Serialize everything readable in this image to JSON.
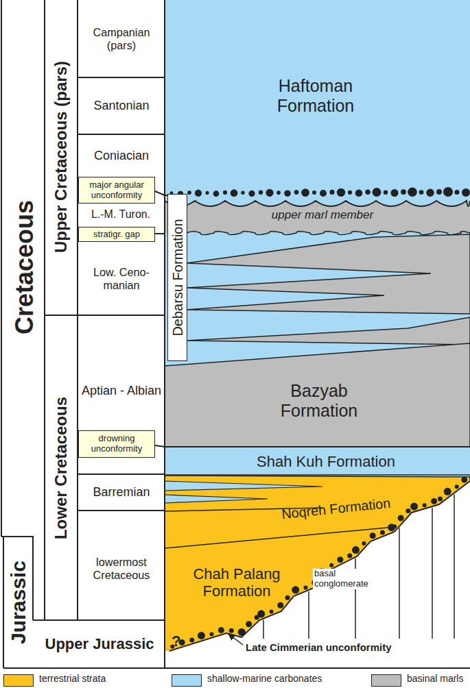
{
  "diagram": {
    "nodes": [
      {
        "text": [
          "Cretaceous"
        ]
      },
      {
        "text": [
          "Jurassic"
        ]
      },
      {
        "text": [
          "Upper Cretaceous (pars)"
        ]
      },
      {
        "text": [
          "Lower Cretaceous"
        ]
      },
      {
        "text": [
          "Campanian (pars)"
        ]
      },
      {
        "text": [
          "Santonian"
        ]
      },
      {
        "text": [
          "Coniacian"
        ]
      },
      {
        "text": [
          "major angular unconformity"
        ]
      },
      {
        "text": [
          "L.-M. Turon."
        ]
      },
      {
        "text": [
          "stratigr. gap"
        ]
      },
      {
        "text": [
          "Low. Ceno- manian"
        ]
      },
      {
        "text": [
          "Aptian - Albian"
        ]
      },
      {
        "text": [
          "drowning unconformity"
        ]
      },
      {
        "text": [
          "Barremian"
        ]
      },
      {
        "text": [
          "lowermost Cretaceous"
        ]
      },
      {
        "text": [
          "Upper Jurassic"
        ]
      },
      {
        "text": [
          "Haftoman Formation"
        ]
      },
      {
        "text": [
          "upper marl member"
        ]
      },
      {
        "text": [
          "Debarsu Formation"
        ]
      },
      {
        "text": [
          "Bazyab Formation"
        ]
      },
      {
        "text": [
          "Shah Kuh Formation"
        ]
      },
      {
        "text": [
          "Noqreh Formation"
        ]
      },
      {
        "text": [
          "Chah Palang Formation"
        ]
      }
    ],
    "labels": [
      "basal conglomerate",
      "?",
      "Late Cimmerian unconformity"
    ],
    "legend": [
      {
        "text": "terrestrial strata",
        "color": "#fbc31b"
      },
      {
        "text": "shallow-marine carbonates",
        "color": "#a8daf6"
      },
      {
        "text": "basinal marls",
        "color": "#bdbdbd"
      }
    ]
  }
}
